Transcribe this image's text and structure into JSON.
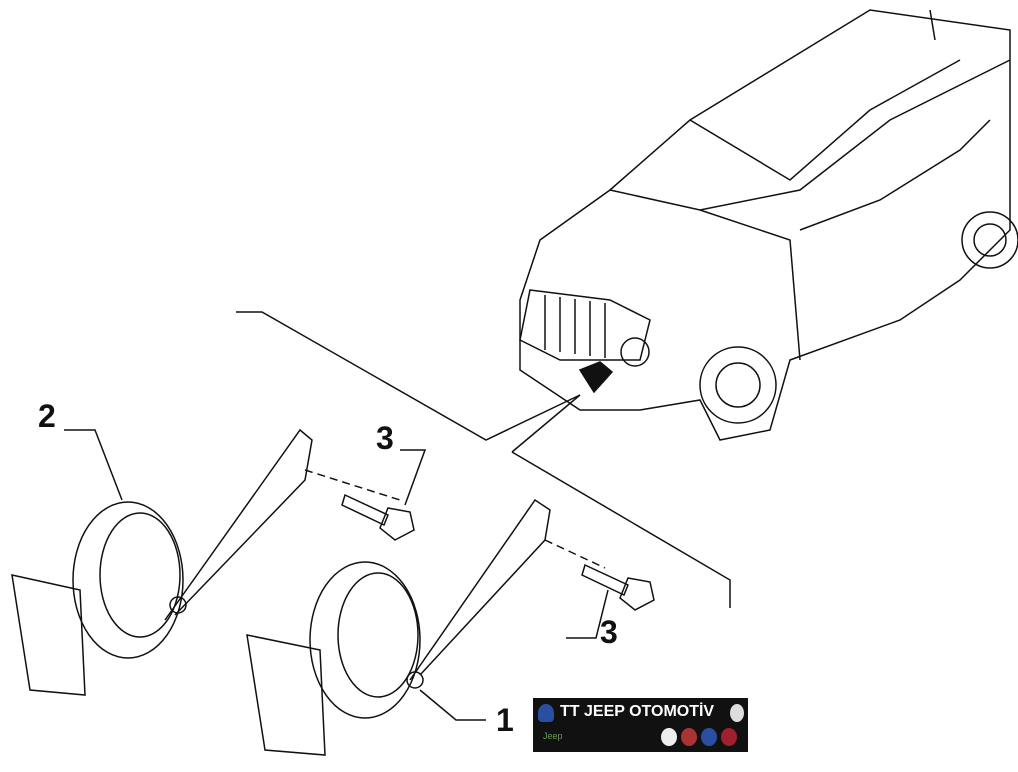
{
  "callouts": [
    {
      "label": "2"
    },
    {
      "label": "3"
    },
    {
      "label": "3"
    },
    {
      "label": "1"
    }
  ],
  "logo": {
    "title": "TT JEEP OTOMOTİV",
    "sub": "Jeep"
  },
  "colors": {
    "line": "#111111",
    "logo_bg": "#111111"
  }
}
